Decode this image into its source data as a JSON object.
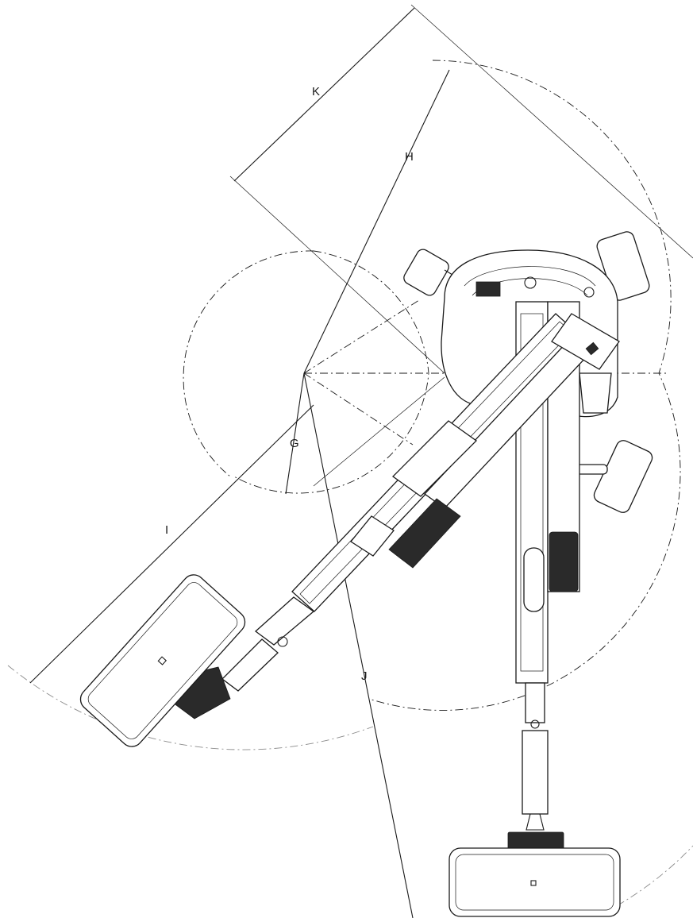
{
  "diagram": {
    "dimension_labels": {
      "k": "K",
      "h": "H",
      "g": "G",
      "i": "I",
      "j": "J"
    }
  }
}
